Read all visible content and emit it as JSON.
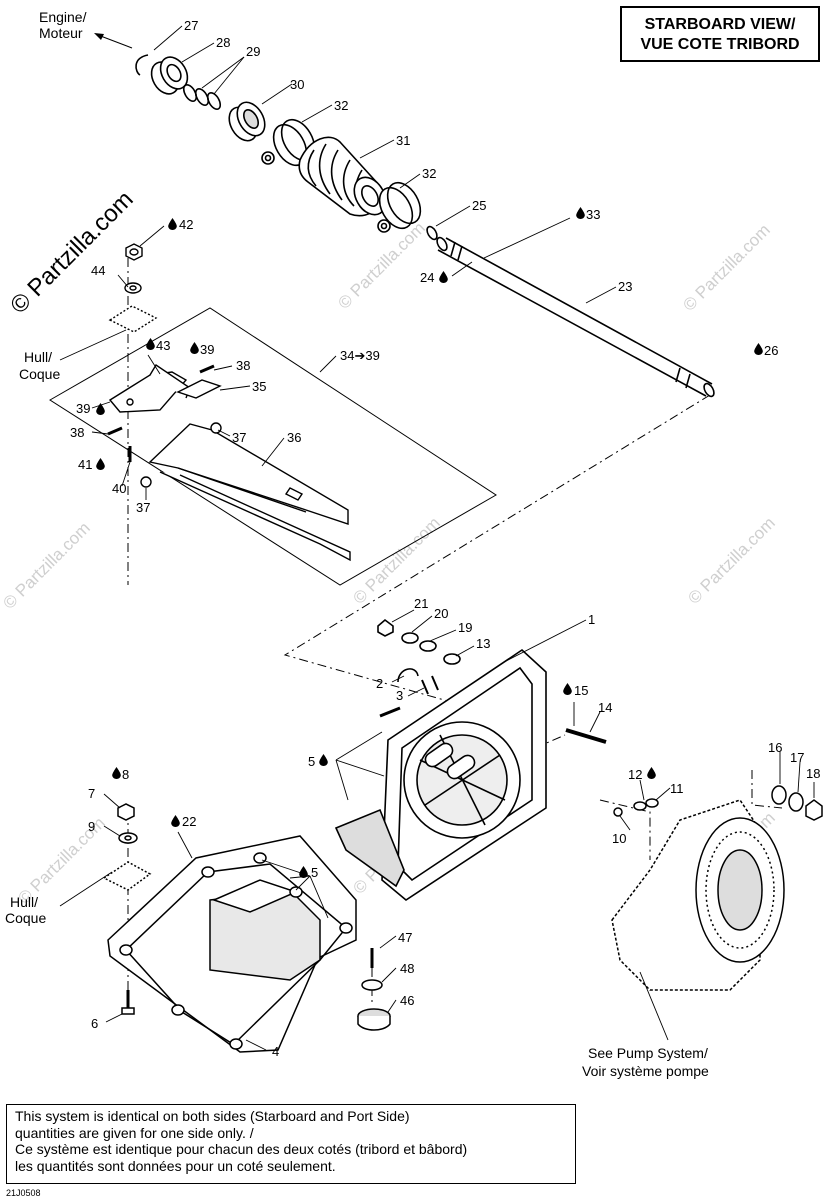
{
  "title": {
    "line1": "STARBOARD VIEW/",
    "line2": "VUE COTE TRIBORD"
  },
  "watermark": {
    "copyright": "© Partzilla.com",
    "repeat": "© Partzilla.com"
  },
  "engine_label": {
    "line1": "Engine/",
    "line2": "Moteur"
  },
  "hull_label_top": {
    "line1": "Hull/",
    "line2": "Coque"
  },
  "hull_label_bottom": {
    "line1": "Hull/",
    "line2": "Coque"
  },
  "pump_ref": {
    "line1": "See Pump System/",
    "line2": "Voir système pompe"
  },
  "note": {
    "line1": "This system is identical on both sides (Starboard and Port Side)",
    "line2": "quantities are given for one side only. /",
    "line3": "Ce système est identique pour chacun des deux cotés (tribord et bâbord)",
    "line4": "les quantités sont données pour un coté seulement."
  },
  "drawing_code": "21J0508",
  "callouts": {
    "c1": "1",
    "c2": "2",
    "c3": "3",
    "c4": "4",
    "c5a": "5",
    "c5b": "5",
    "c6": "6",
    "c7": "7",
    "c8": "8",
    "c9": "9",
    "c10": "10",
    "c11": "11",
    "c12": "12",
    "c13": "13",
    "c14": "14",
    "c15": "15",
    "c16": "16",
    "c17": "17",
    "c18": "18",
    "c19": "19",
    "c20": "20",
    "c21": "21",
    "c22": "22",
    "c23": "23",
    "c24": "24",
    "c25": "25",
    "c26": "26",
    "c27": "27",
    "c28": "28",
    "c29": "29",
    "c30": "30",
    "c31": "31",
    "c32a": "32",
    "c32b": "32",
    "c33": "33",
    "c34": "34➔39",
    "c35": "35",
    "c36": "36",
    "c37a": "37",
    "c37b": "37",
    "c38a": "38",
    "c38b": "38",
    "c39a": "39",
    "c39b": "39",
    "c40": "40",
    "c41": "41",
    "c42": "42",
    "c43": "43",
    "c44": "44",
    "c46": "46",
    "c47": "47",
    "c48": "48"
  },
  "icons": {
    "drop": "lubricant-drop-icon",
    "arrow": "direction-arrow-icon"
  }
}
